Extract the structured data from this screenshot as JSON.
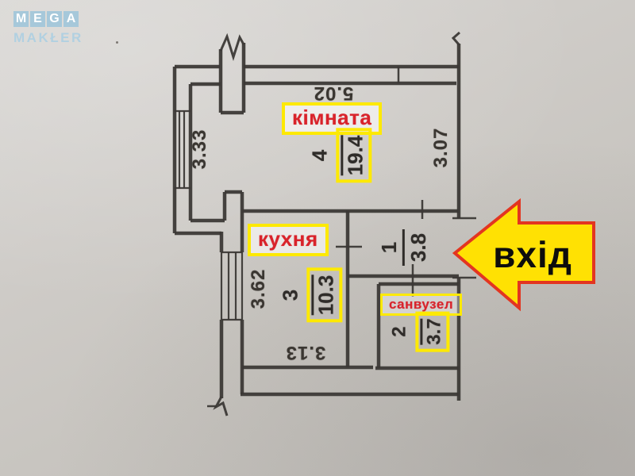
{
  "logo": {
    "tiles": [
      "M",
      "E",
      "G",
      "A"
    ],
    "subtitle": "MAKŁER"
  },
  "plan": {
    "rooms": [
      {
        "label": "кімната",
        "number": "4",
        "area": "19.4"
      },
      {
        "label": "кухня",
        "number": "3",
        "area": "10.3"
      },
      {
        "label": "санвузел",
        "number": "2",
        "area": "3.7"
      },
      {
        "number": "1",
        "area": "3.8"
      }
    ],
    "dimensions": {
      "room_top": "5.02",
      "room_left": "3.33",
      "room_right": "3.07",
      "kitchen_left": "3.62",
      "kitchen_bottom": "3.13"
    },
    "entrance_label": "вхід"
  },
  "colors": {
    "paper": "#c8c5c0",
    "wall": "#3b3835",
    "highlight_yellow": "#fde903",
    "label_red": "#d9232b",
    "arrow_fill": "#ffe103",
    "arrow_border": "#e33520",
    "logo_blue": "#9ac3db"
  }
}
